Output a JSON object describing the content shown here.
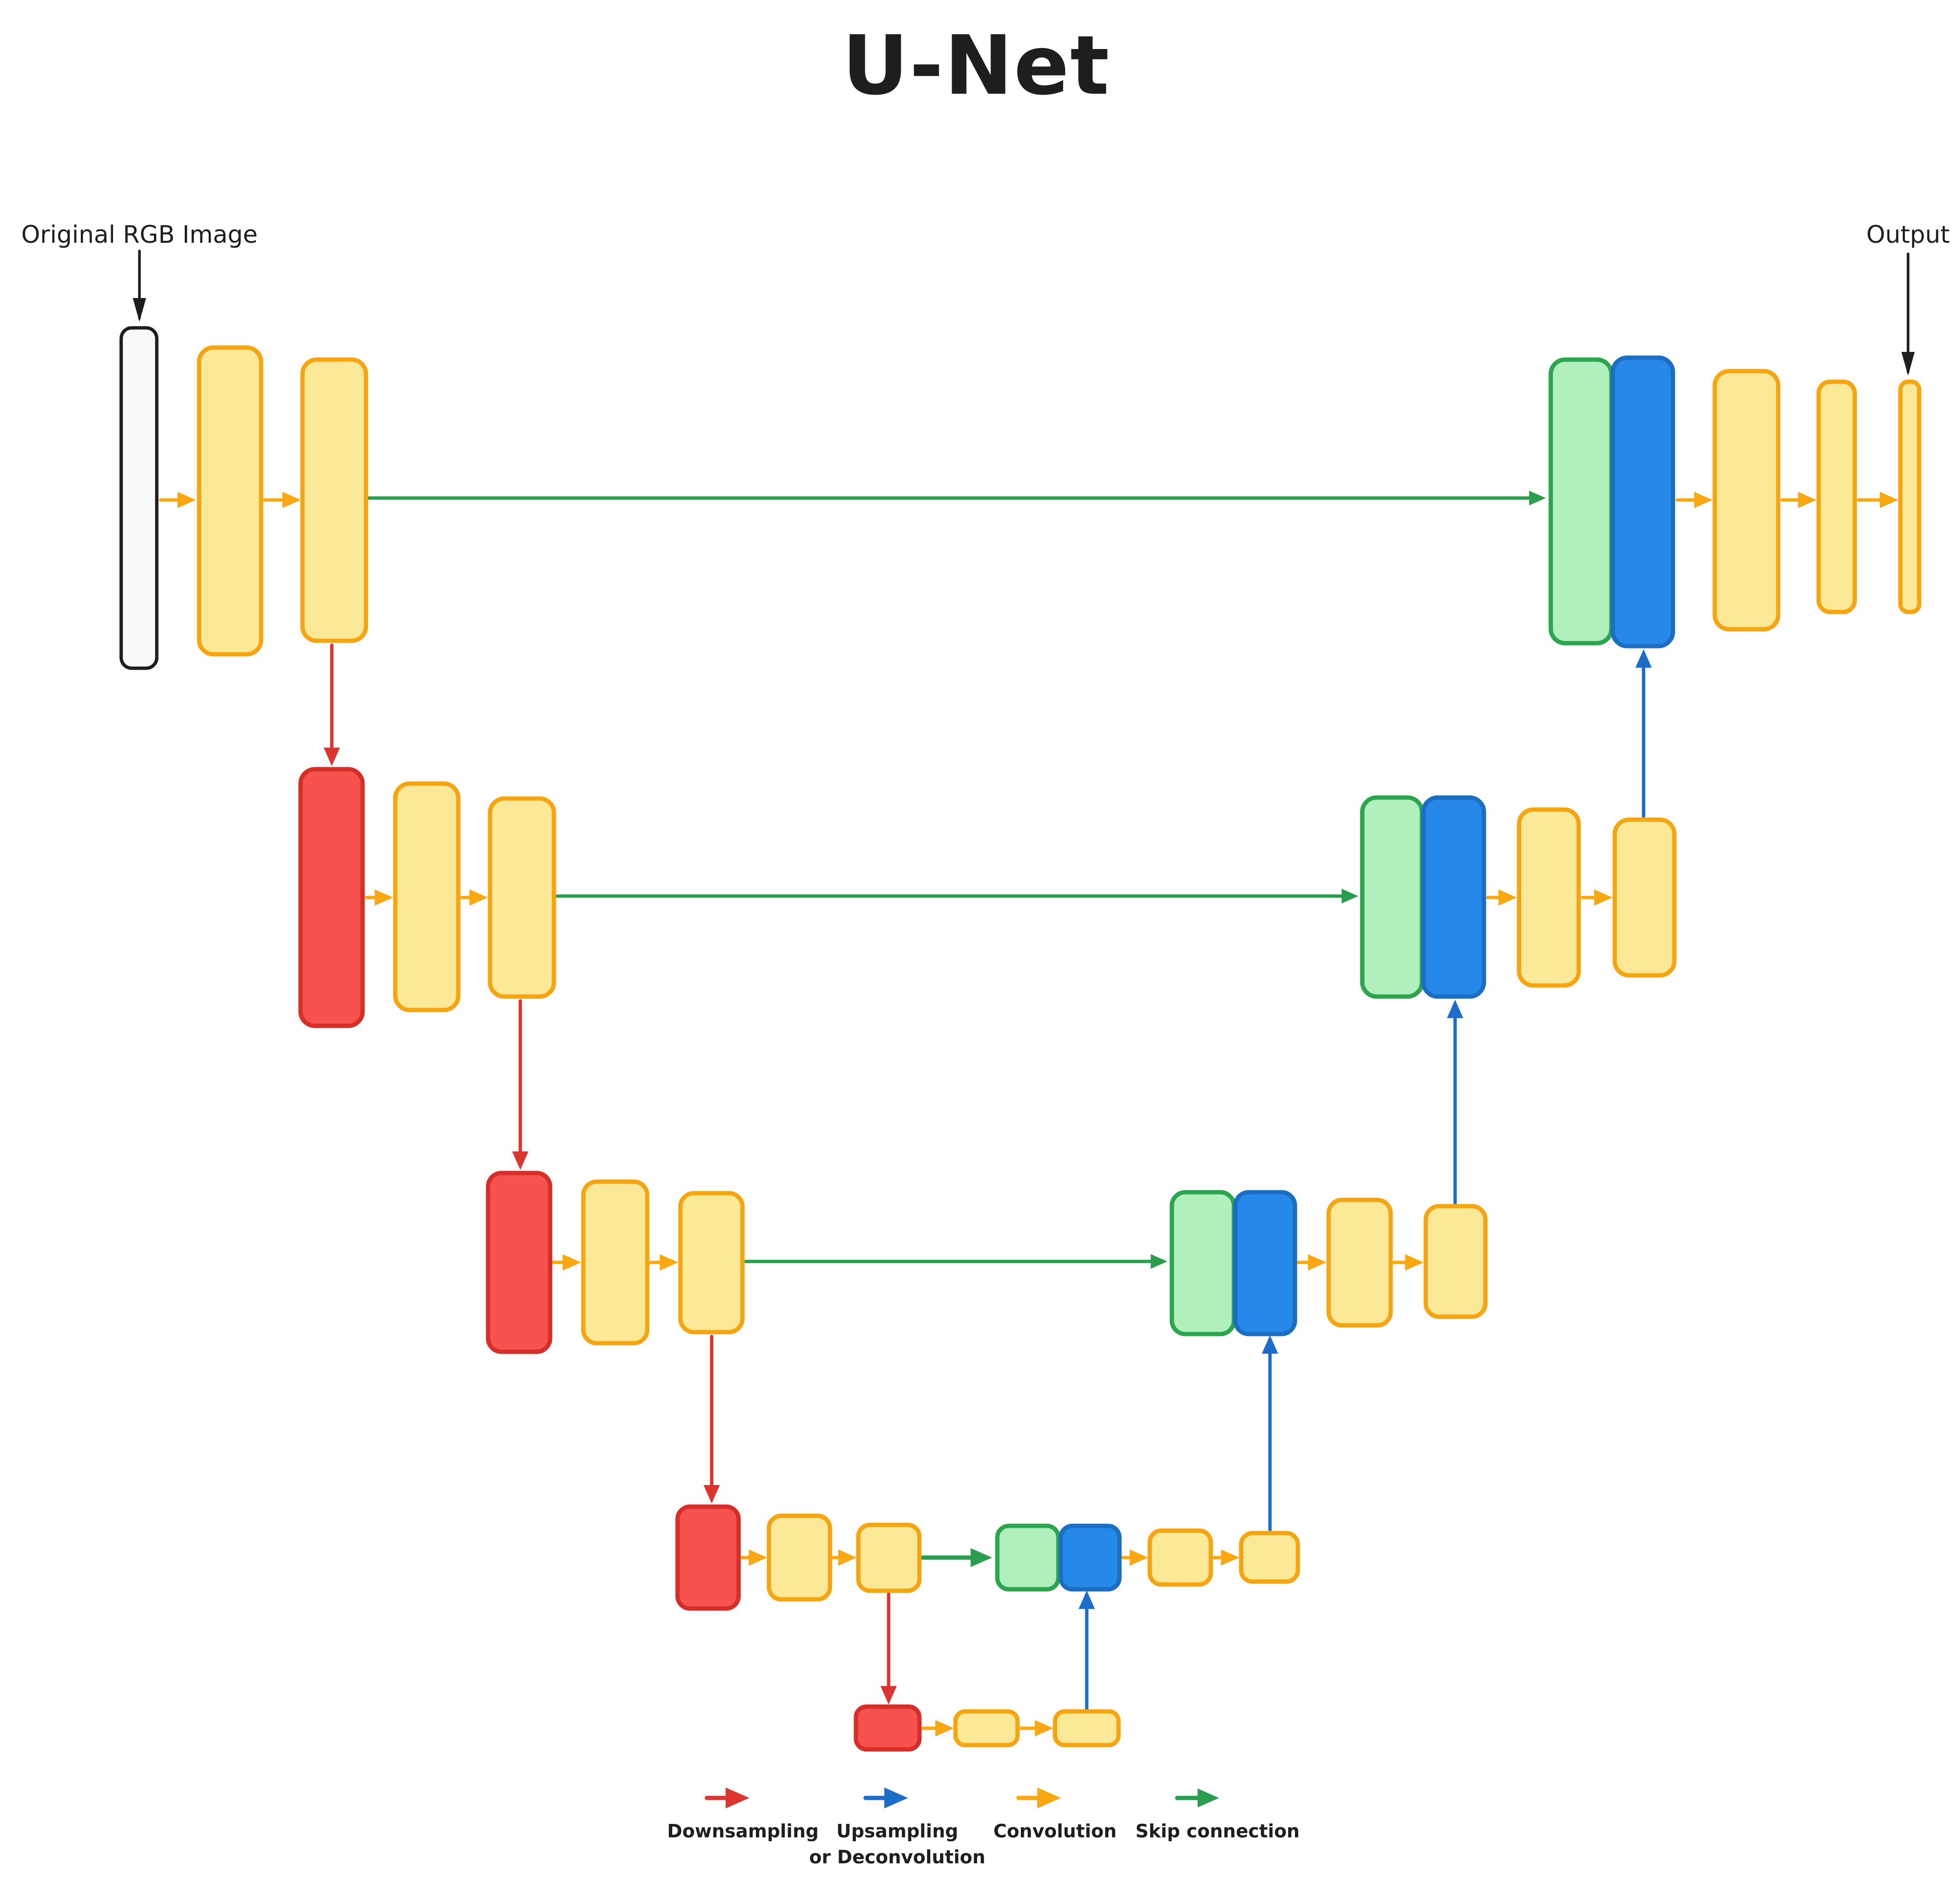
{
  "title": "U-Net",
  "labels": {
    "input": "Original RGB Image",
    "output": "Output"
  },
  "legend": {
    "items": [
      {
        "id": "downsampling",
        "label": "Downsampling",
        "color": "#e03131"
      },
      {
        "id": "upsampling",
        "label": "Upsampling",
        "label2": "or Deconvolution",
        "color": "#1971c2"
      },
      {
        "id": "convolution",
        "label": "Convolution",
        "color": "#f08c00"
      },
      {
        "id": "skip-connection",
        "label": "Skip connection",
        "color": "#2f9e44"
      }
    ]
  },
  "palette": {
    "background": "#ffffff",
    "annotation": "#1e1e1e",
    "input_fill": "#f8f9fa",
    "input_stroke": "#1e1e1e",
    "conv_fill": "#fbe998",
    "conv_stroke": "#f5a511",
    "down_fill": "#f7524e",
    "down_stroke": "#d62e28",
    "upsample_fill": "#2688e8",
    "upsample_stroke": "#1b6ec2",
    "skip_fill": "#b1f0bd",
    "skip_stroke": "#2da44e",
    "arrow_conv": "#f9a812",
    "arrow_down": "#db3530",
    "arrow_up": "#1c6dc9",
    "arrow_skip": "#2a9d4e"
  }
}
